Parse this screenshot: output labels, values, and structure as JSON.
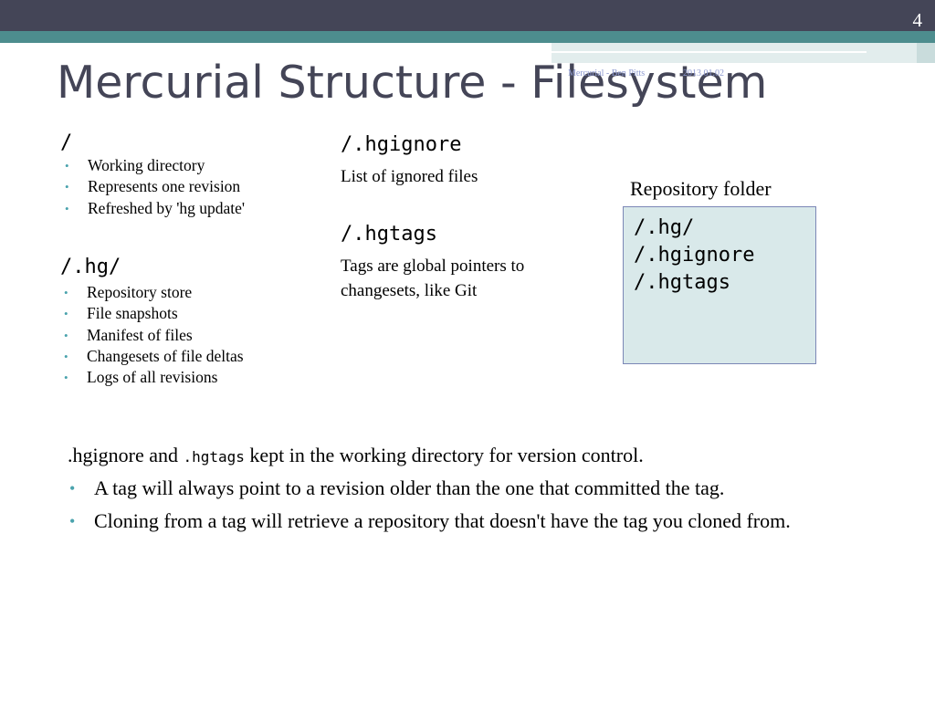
{
  "slide_number": "4",
  "title": "Mercurial Structure - Filesystem",
  "footer": {
    "left": "Mercurial - Ben Pitts",
    "right": "2013.01.02"
  },
  "root_section": {
    "heading": "/",
    "bullets": [
      "Working directory",
      "Represents one revision",
      "Refreshed by 'hg update'"
    ]
  },
  "hg_section": {
    "heading": "/.hg/",
    "bullets": [
      "Repository store",
      "File snapshots",
      "Manifest of files",
      "Changesets of file deltas",
      "Logs of all revisions"
    ]
  },
  "hgignore_section": {
    "heading": "/.hgignore",
    "description": "List of ignored files"
  },
  "hgtags_section": {
    "heading": "/.hgtags",
    "description_lines": [
      "Tags are global pointers to",
      "changesets, like Git"
    ]
  },
  "repository": {
    "label": "Repository folder",
    "entries": [
      "/.hg/",
      "/.hgignore",
      "/.hgtags"
    ]
  },
  "notes": {
    "lead_pre": ".hgignore and ",
    "lead_code": ".hgtags",
    "lead_post": " kept in the working directory for version control.",
    "bullets": [
      "A tag will always point to a revision older than the one that committed the tag.",
      "Cloning from a tag will retrieve a repository that doesn't have the tag you cloned from."
    ]
  },
  "colors": {
    "header_dark": "#444557",
    "header_teal": "#4d8d8e",
    "title_text": "#444557",
    "bullet_accent": "#4aa3ad",
    "repo_box_fill": "#d9e9ea",
    "repo_box_border": "#7c87b6"
  }
}
